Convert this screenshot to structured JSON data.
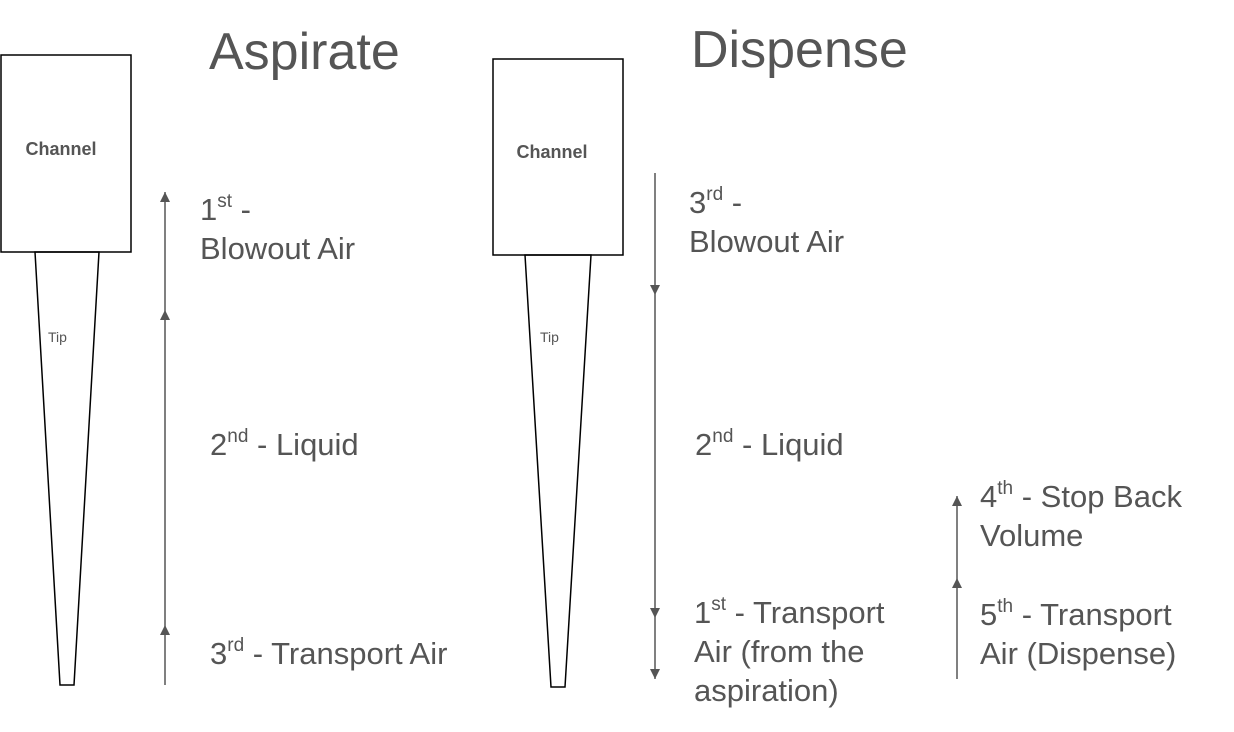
{
  "aspirate": {
    "title": "Aspirate",
    "channel_label": "Channel",
    "tip_label": "Tip",
    "steps": [
      {
        "ord": "1",
        "sup": "st",
        "text": " -",
        "line2": "Blowout Air"
      },
      {
        "ord": "2",
        "sup": "nd",
        "text": " - Liquid"
      },
      {
        "ord": "3",
        "sup": "rd",
        "text": " - Transport Air"
      }
    ]
  },
  "dispense": {
    "title": "Dispense",
    "channel_label": "Channel",
    "tip_label": "Tip",
    "steps": [
      {
        "ord": "3",
        "sup": "rd",
        "text": " -",
        "line2": "Blowout Air"
      },
      {
        "ord": "2",
        "sup": "nd",
        "text": " - Liquid"
      },
      {
        "ord": "1",
        "sup": "st",
        "text": " - Transport",
        "line2": "Air (from the",
        "line3": "aspiration)"
      },
      {
        "ord": "4",
        "sup": "th",
        "text": " - Stop Back",
        "line2": "Volume"
      },
      {
        "ord": "5",
        "sup": "th",
        "text": " - Transport",
        "line2": "Air (Dispense)"
      }
    ]
  },
  "colors": {
    "line": "#555555",
    "outline": "#000000",
    "text": "#555555"
  }
}
